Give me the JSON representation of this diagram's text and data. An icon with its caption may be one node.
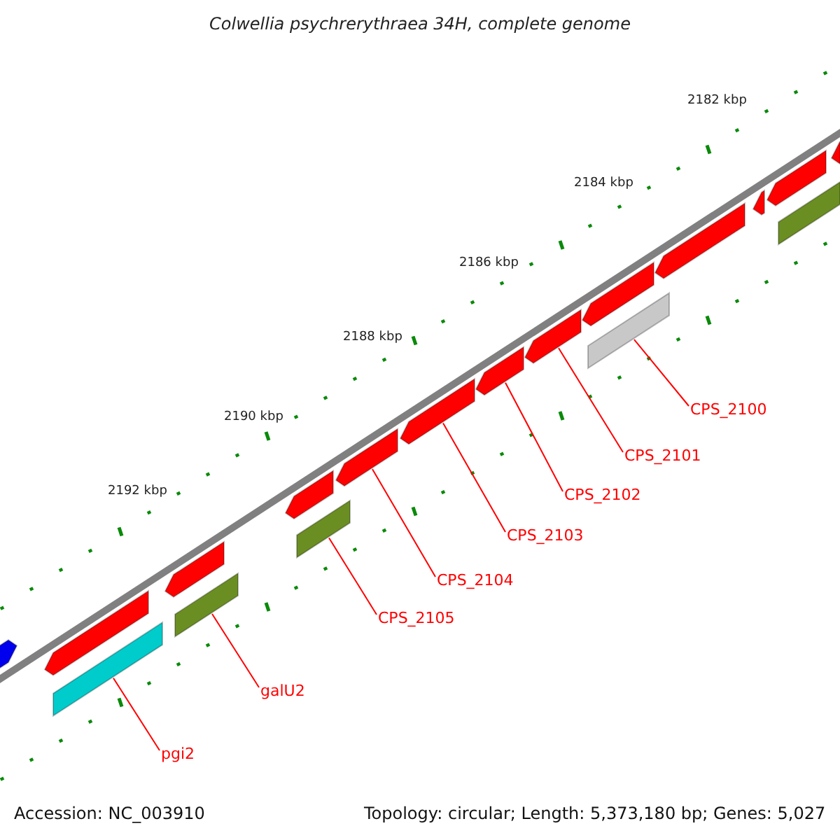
{
  "diagram": {
    "title": "Colwellia psychrerythraea 34H, complete genome",
    "nodes": [
      {
        "text": [
          "CPS_2100"
        ]
      },
      {
        "text": [
          "CPS_2101"
        ]
      },
      {
        "text": [
          "CPS_2102"
        ]
      },
      {
        "text": [
          "CPS_2103"
        ]
      },
      {
        "text": [
          "CPS_2104"
        ]
      },
      {
        "text": [
          "CPS_2105"
        ]
      },
      {
        "text": [
          "galU2"
        ]
      },
      {
        "text": [
          "pgi2"
        ]
      },
      {
        "text": [],
        "shape": "arrow"
      },
      {
        "text": [],
        "shape": "arrow"
      },
      {
        "text": [],
        "shape": "bar"
      },
      {
        "text": [],
        "shape": "arrow"
      },
      {
        "text": [],
        "shape": "bar"
      },
      {
        "text": [],
        "shape": "arrow"
      },
      {
        "text": [],
        "shape": "bar"
      },
      {
        "text": [],
        "shape": "arrow"
      },
      {
        "text": [],
        "shape": "arrow"
      },
      {
        "text": [],
        "shape": "arrow"
      },
      {
        "text": [],
        "shape": "arrow"
      },
      {
        "text": [],
        "shape": "arrow"
      },
      {
        "text": [],
        "shape": "bar"
      },
      {
        "text": [],
        "shape": "arrow"
      },
      {
        "text": [],
        "shape": "arrow"
      },
      {
        "text": [],
        "shape": "arrow"
      },
      {
        "text": [],
        "shape": "bar"
      },
      {
        "text": [],
        "shape": "arrow"
      }
    ],
    "edges": [
      {
        "from": 0,
        "to": 20,
        "arrow": "none"
      },
      {
        "from": 1,
        "to": 18,
        "arrow": "none"
      },
      {
        "from": 2,
        "to": 17,
        "arrow": "none"
      },
      {
        "from": 3,
        "to": 16,
        "arrow": "none"
      },
      {
        "from": 4,
        "to": 15,
        "arrow": "none"
      },
      {
        "from": 5,
        "to": 14,
        "arrow": "none"
      },
      {
        "from": 6,
        "to": 12,
        "arrow": "none"
      },
      {
        "from": 7,
        "to": 10,
        "arrow": "none"
      }
    ],
    "labels": [
      "2182 kbp",
      "2184 kbp",
      "2186 kbp",
      "2188 kbp",
      "2190 kbp",
      "2192 kbp",
      "Accession: NC_003910",
      "Topology: circular; Length: 5,373,180 bp; Genes: 5,027"
    ]
  }
}
